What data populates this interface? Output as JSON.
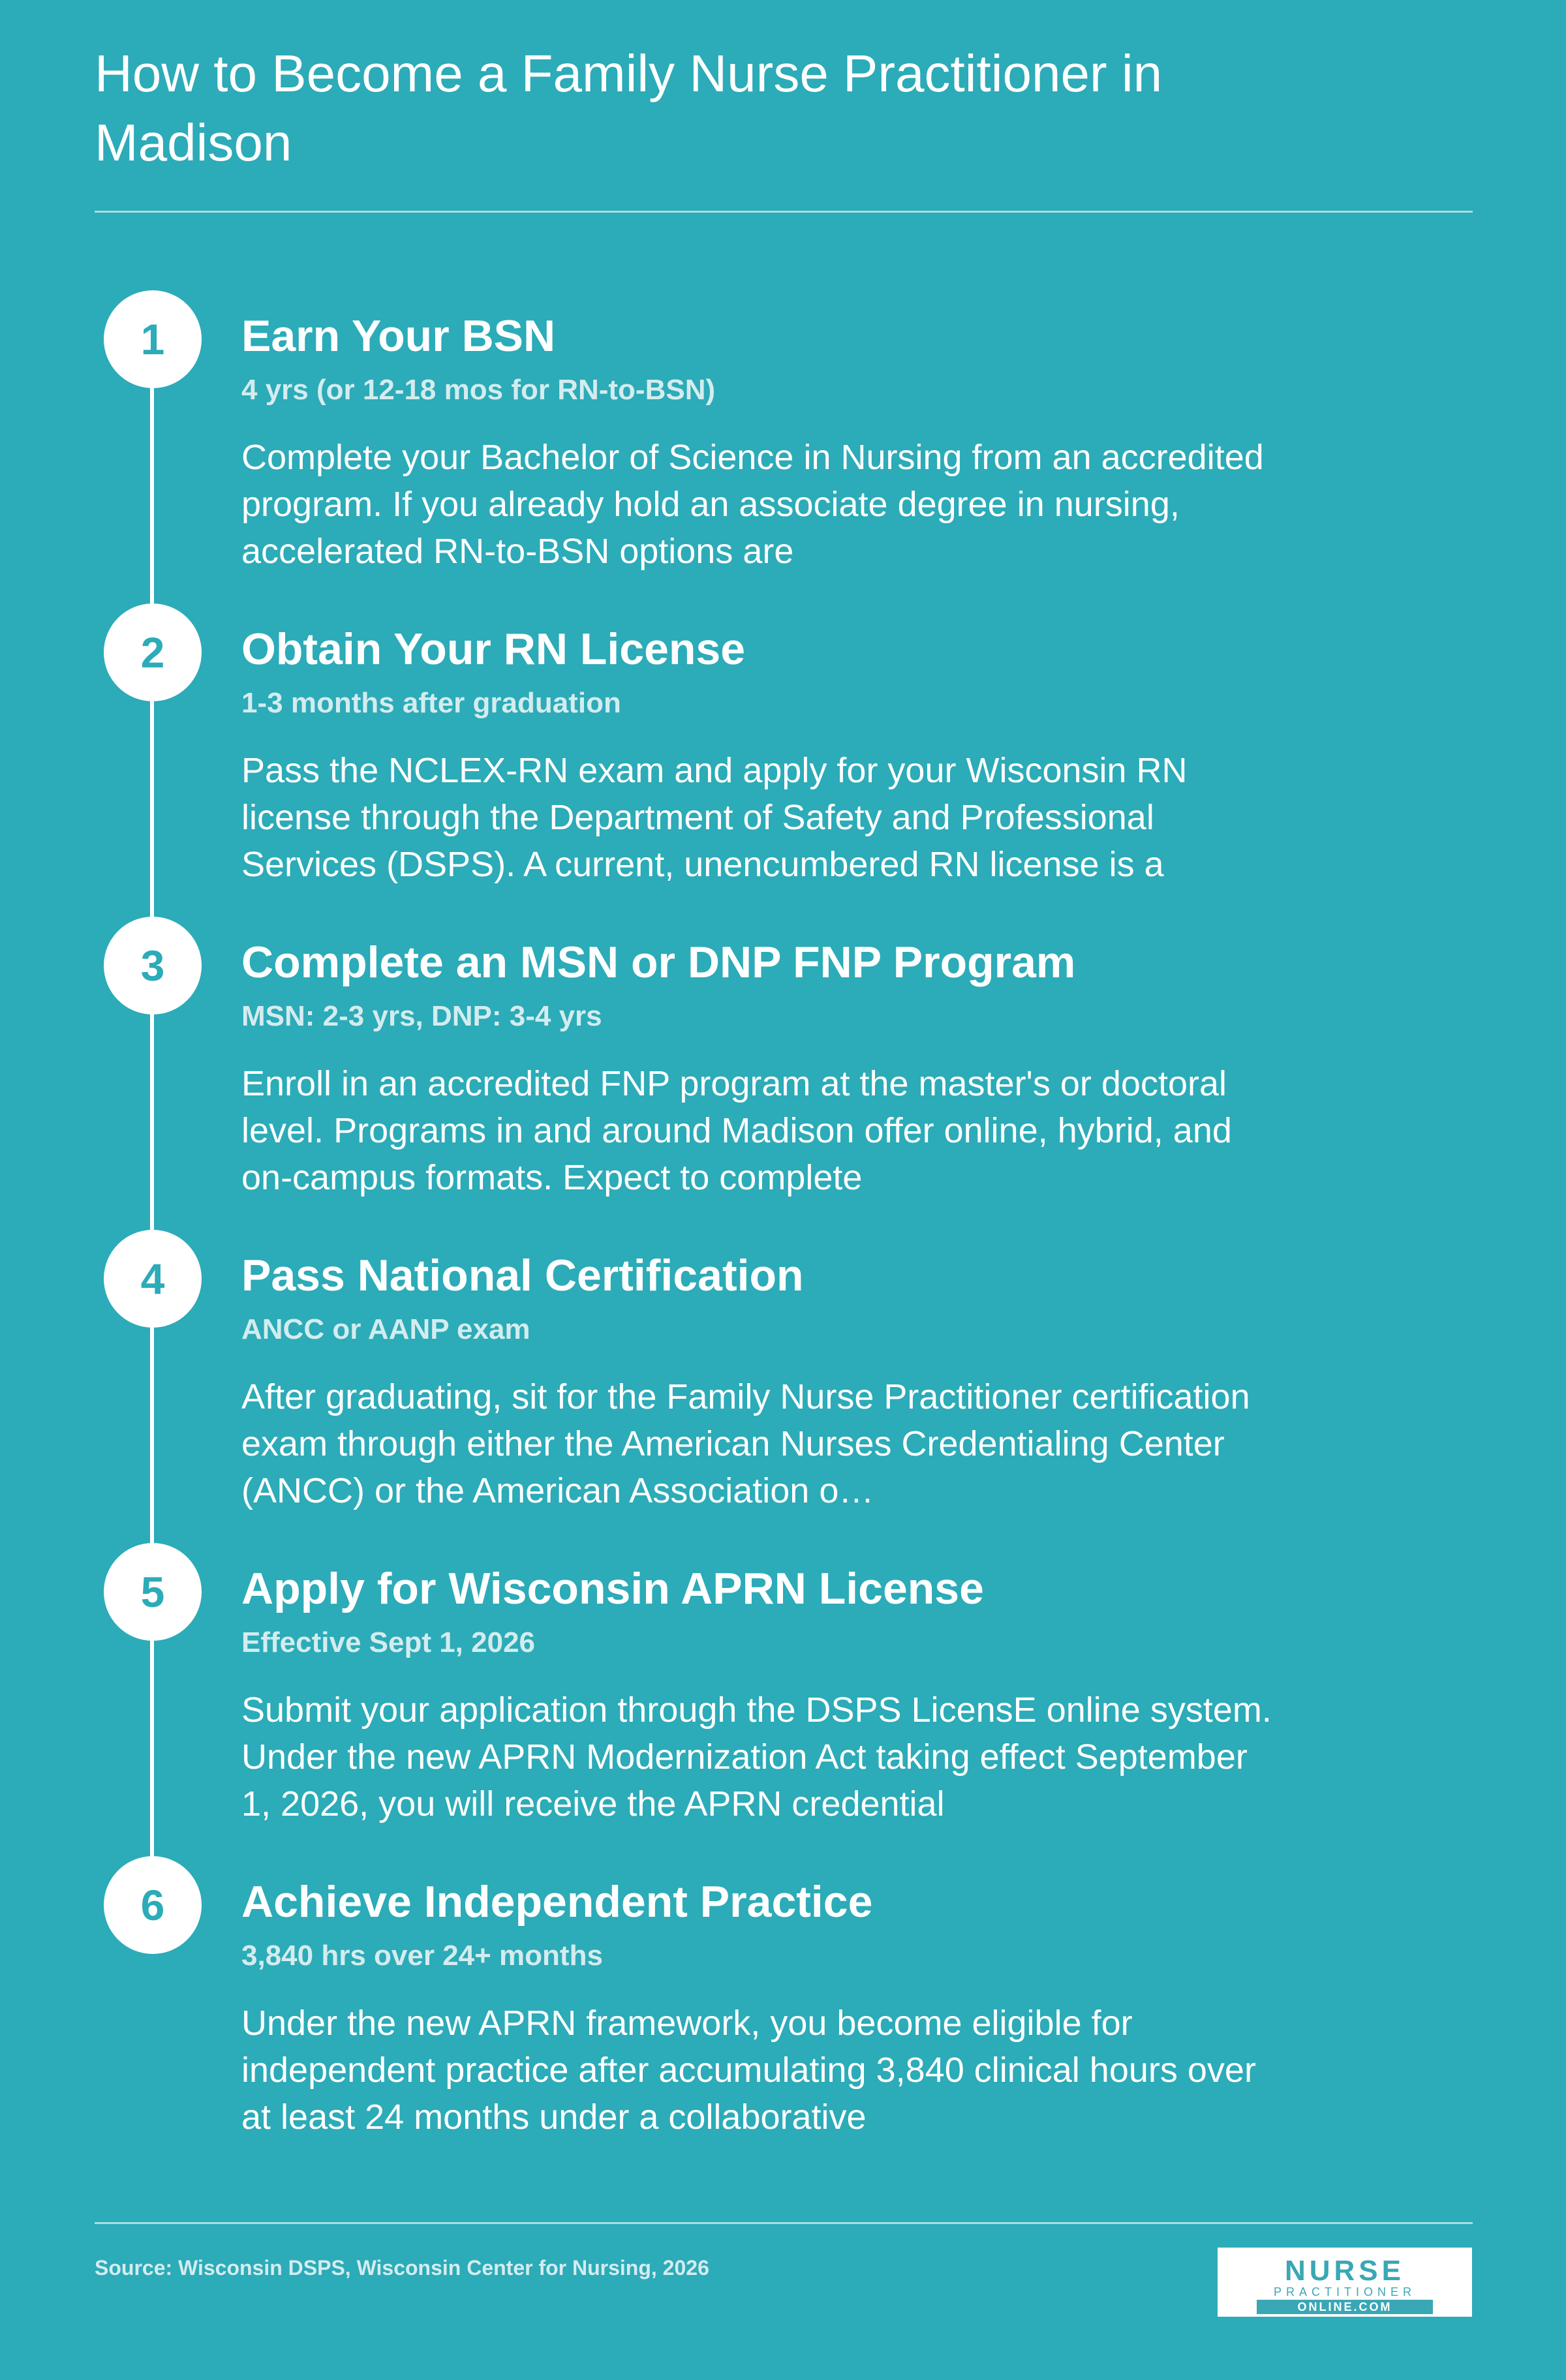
{
  "page": {
    "title": "How to Become a Family Nurse Practitioner in Madison"
  },
  "steps": [
    {
      "number": "1",
      "title": "Earn Your BSN",
      "duration": "4 yrs (or 12-18 mos for RN-to-BSN)",
      "description": "Complete your Bachelor of Science in Nursing from an accredited program. If you already hold an associate degree in nursing, accelerated RN-to-BSN options are"
    },
    {
      "number": "2",
      "title": "Obtain Your RN License",
      "duration": "1-3 months after graduation",
      "description": "Pass the NCLEX-RN exam and apply for your Wisconsin RN license through the Department of Safety and Professional Services (DSPS). A current, unencumbered RN license is a"
    },
    {
      "number": "3",
      "title": "Complete an MSN or DNP FNP Program",
      "duration": "MSN: 2-3 yrs, DNP: 3-4 yrs",
      "description": "Enroll in an accredited FNP program at the master's or doctoral level. Programs in and around Madison offer online, hybrid, and on-campus formats. Expect to complete"
    },
    {
      "number": "4",
      "title": "Pass National Certification",
      "duration": "ANCC or AANP exam",
      "description": "After graduating, sit for the Family Nurse Practitioner certification exam through either the American Nurses Credentialing Center (ANCC) or the American Association o…"
    },
    {
      "number": "5",
      "title": "Apply for Wisconsin APRN License",
      "duration": "Effective Sept 1, 2026",
      "description": "Submit your application through the DSPS LicensE online system. Under the new APRN Modernization Act taking effect September 1, 2026, you will receive the APRN credential"
    },
    {
      "number": "6",
      "title": "Achieve Independent Practice",
      "duration": "3,840 hrs over 24+ months",
      "description": "Under the new APRN framework, you become eligible for independent practice after accumulating 3,840 clinical hours over at least 24 months under a collaborative"
    }
  ],
  "footer": {
    "source": "Source: Wisconsin DSPS, Wisconsin Center for Nursing, 2026",
    "logo_main": "NURSE",
    "logo_sub": "PRACTITIONER",
    "logo_foot": "ONLINE.COM"
  },
  "colors": {
    "background": "#2cabb8",
    "accent": "#ffffff",
    "muted_text": "#d4ecef",
    "logo_teal": "#3aa7b5"
  }
}
